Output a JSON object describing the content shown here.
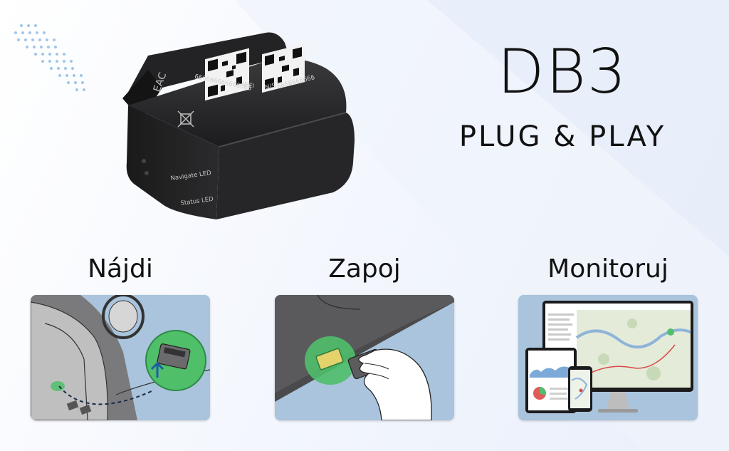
{
  "hero": {
    "title": "DB3",
    "subtitle": "PLUG & PLAY"
  },
  "device": {
    "imei_text": "666666666666666",
    "imei_label": "IMEI",
    "sn_label": "N/S",
    "sn_text": "6666666666",
    "navigate_led_label": "Navigate LED",
    "status_led_label": "Status LED",
    "cert_mark": "EAC"
  },
  "steps": [
    {
      "label": "Nájdi"
    },
    {
      "label": "Zapoj"
    },
    {
      "label": "Monitoruj"
    }
  ],
  "colors": {
    "accent_green": "#4fbf6a",
    "card_blue": "#a9c4dc",
    "dots": "#9fc6ea"
  }
}
